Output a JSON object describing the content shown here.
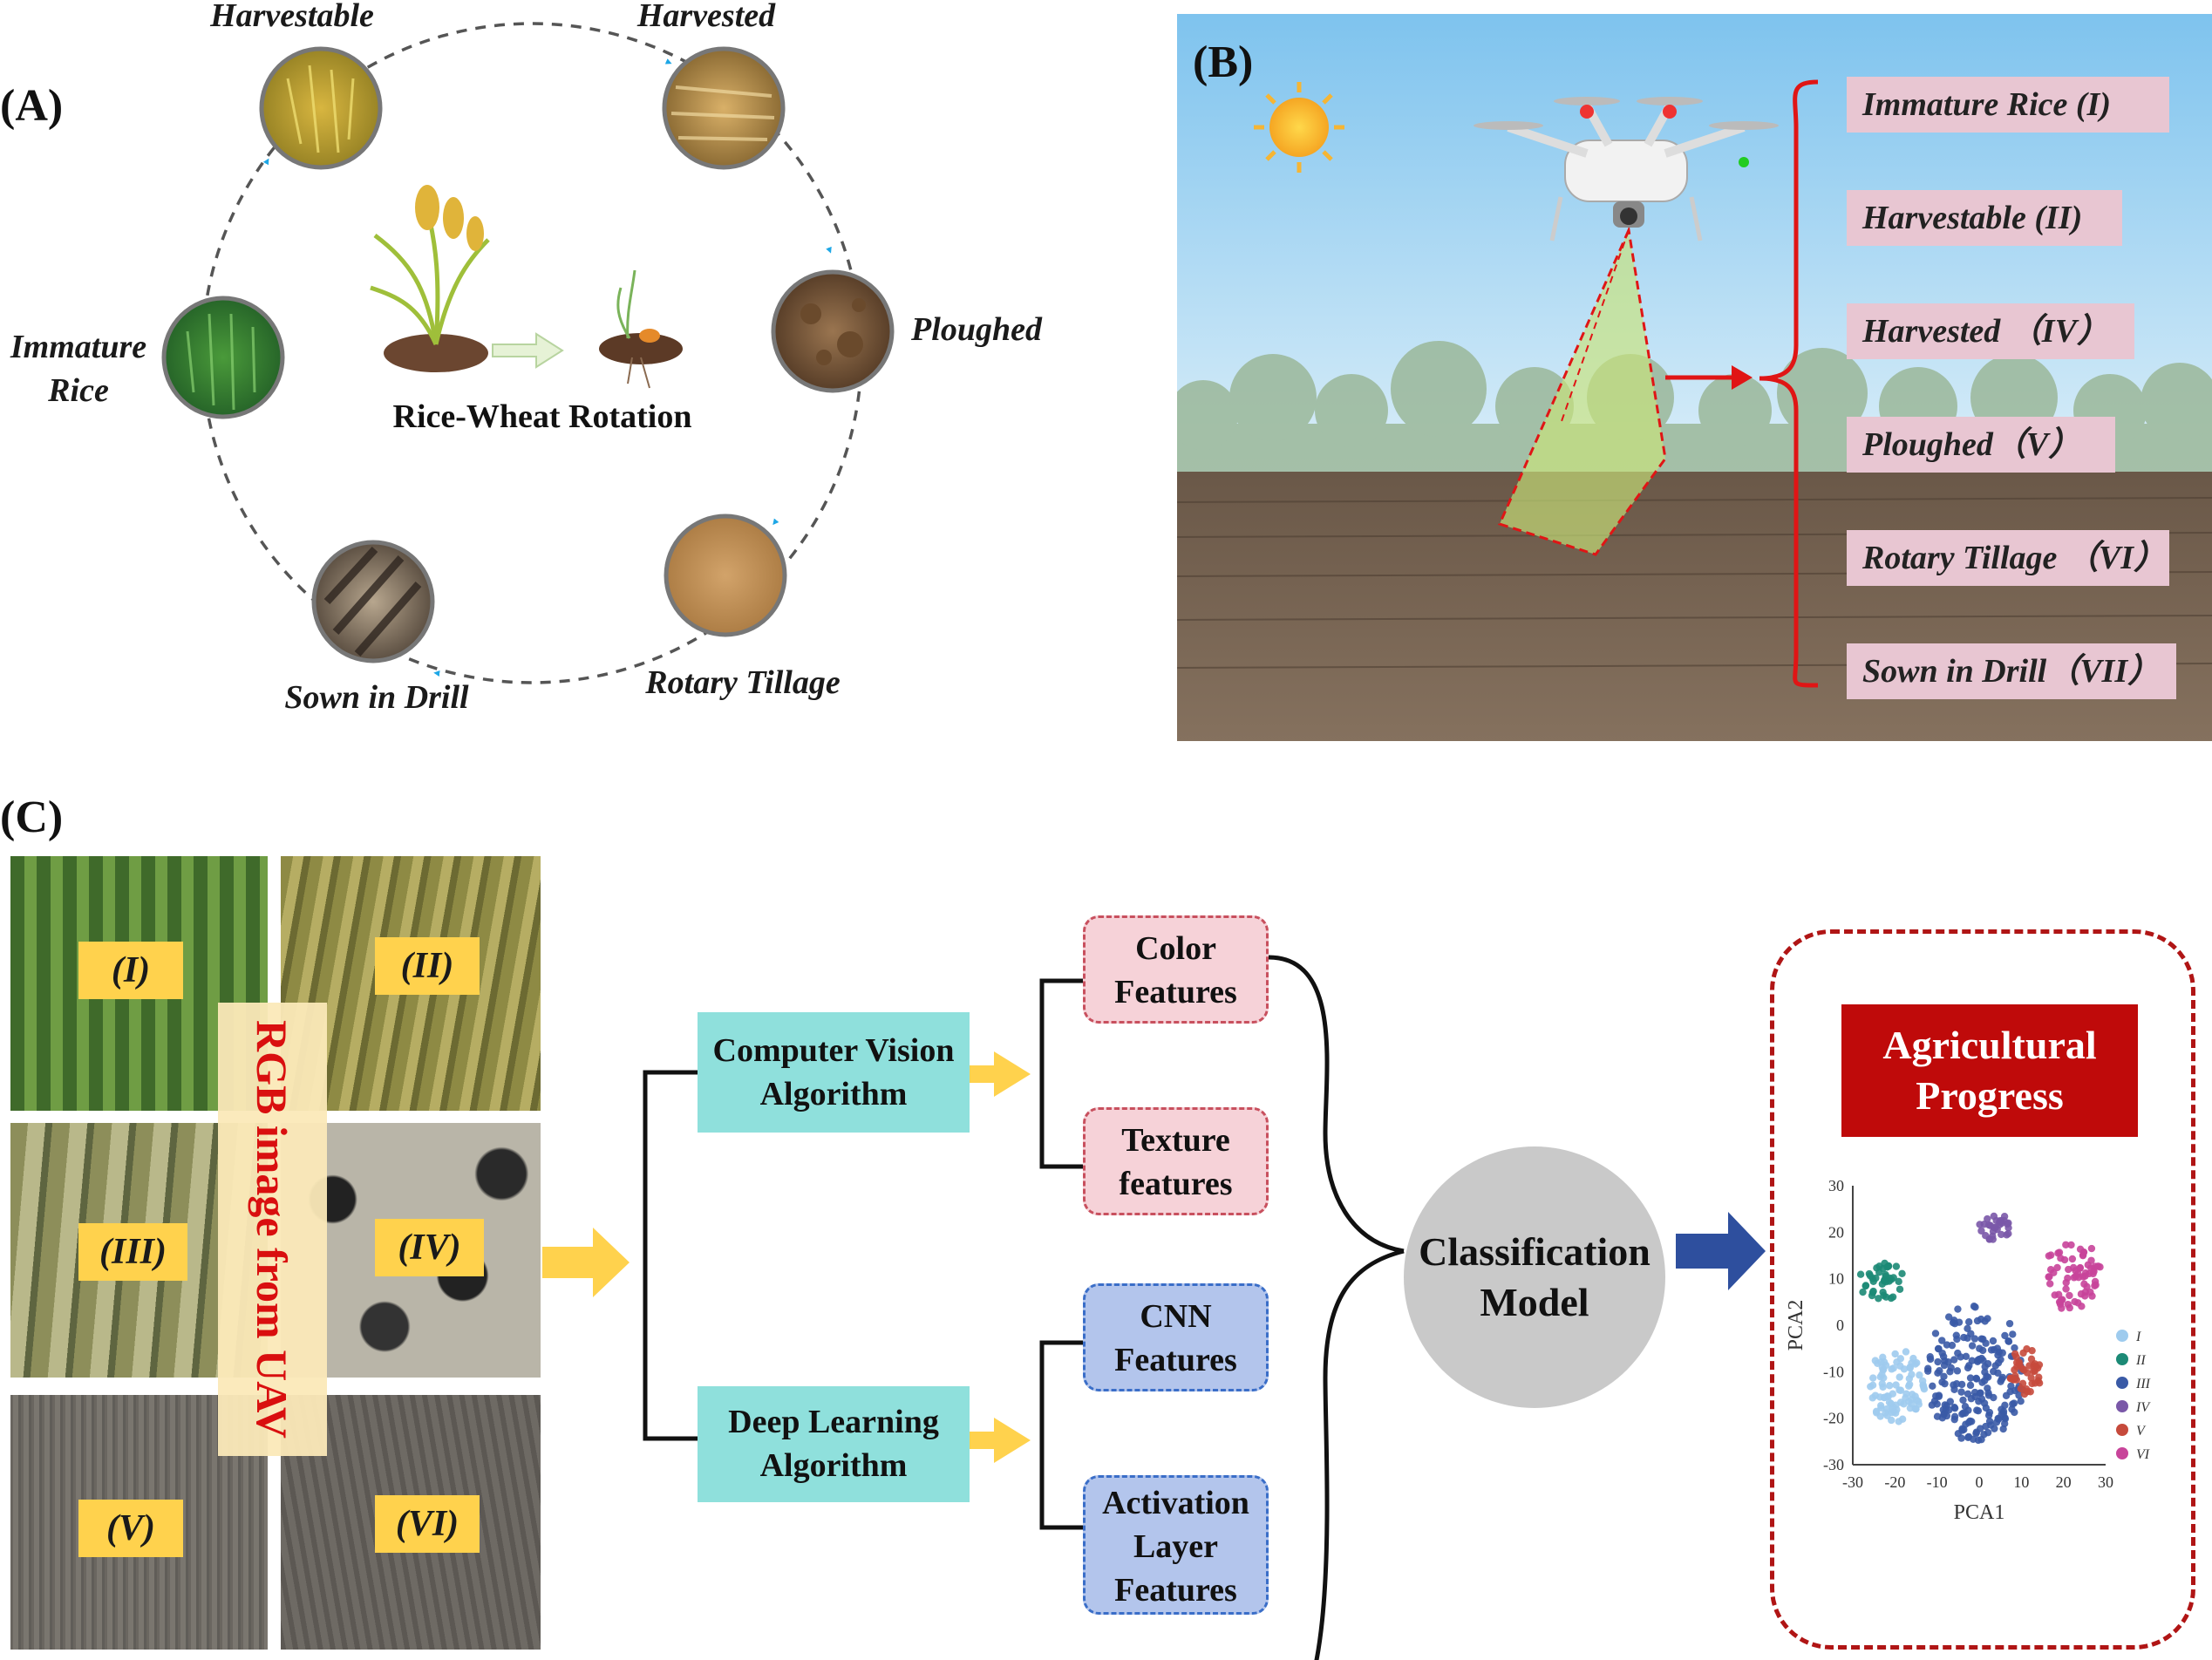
{
  "panel_a": {
    "label": "(A)",
    "center_title": "Rice-Wheat Rotation",
    "stages": {
      "harvestable": "Harvestable",
      "harvested": "Harvested",
      "ploughed": "Ploughed",
      "rotary": "Rotary Tillage",
      "sown": "Sown in Drill",
      "immature_1": "Immature",
      "immature_2": "Rice"
    }
  },
  "panel_b": {
    "label": "(B)",
    "stages": [
      "Immature Rice (I)",
      "Harvestable (II)",
      "Harvested （IV）",
      "Ploughed（V）",
      "Rotary Tillage （VI）",
      "Sown in Drill（VII）"
    ]
  },
  "panel_c": {
    "label": "(C)",
    "image_labels": [
      "(I)",
      "(II)",
      "(III)",
      "(IV)",
      "(V)",
      "(VI)"
    ],
    "rgb_banner": "RGB image from UAV",
    "cv_algo": [
      "Computer Vision",
      "Algorithm"
    ],
    "dl_algo": [
      "Deep Learning",
      "Algorithm"
    ],
    "color_features": [
      "Color",
      "Features"
    ],
    "texture_features": [
      "Texture",
      "features"
    ],
    "cnn_features": [
      "CNN",
      "Features"
    ],
    "activation_features": [
      "Activation",
      "Layer",
      "Features"
    ],
    "classification": [
      "Classification",
      "Model"
    ],
    "agri_progress": [
      "Agricultural",
      "Progress"
    ]
  },
  "colors": {
    "arrow_yellow": "#ffd24d",
    "arrow_blue": "#2e4f9e",
    "ap_red": "#bf0a0a",
    "red_dashed": "#b01515"
  },
  "chart_data": {
    "type": "scatter",
    "xlabel": "PCA1",
    "ylabel": "PCA2",
    "xlim": [
      -30,
      30
    ],
    "ylim": [
      -30,
      30
    ],
    "xticks": [
      -30,
      -20,
      -10,
      0,
      10,
      20,
      30
    ],
    "yticks": [
      30,
      20,
      10,
      0,
      -10,
      -20,
      -30
    ],
    "legend_position": "right",
    "series": [
      {
        "name": "I",
        "color": "#9ecbee",
        "cx": -20,
        "cy": -13,
        "rx": 7,
        "ry": 8,
        "n": 90
      },
      {
        "name": "II",
        "color": "#1c8a76",
        "cx": -23,
        "cy": 9.5,
        "rx": 6,
        "ry": 4,
        "n": 40
      },
      {
        "name": "III",
        "color": "#3a5aa6",
        "cx": -1,
        "cy": -10,
        "rx": 12,
        "ry": 15,
        "n": 200
      },
      {
        "name": "IV",
        "color": "#7a58a8",
        "cx": 4,
        "cy": 21,
        "rx": 4,
        "ry": 3,
        "n": 30
      },
      {
        "name": "V",
        "color": "#c64a3c",
        "cx": 11,
        "cy": -10,
        "rx": 4,
        "ry": 5,
        "n": 40
      },
      {
        "name": "VI",
        "color": "#c8449a",
        "cx": 22,
        "cy": 11,
        "rx": 7,
        "ry": 8,
        "n": 70
      }
    ]
  }
}
